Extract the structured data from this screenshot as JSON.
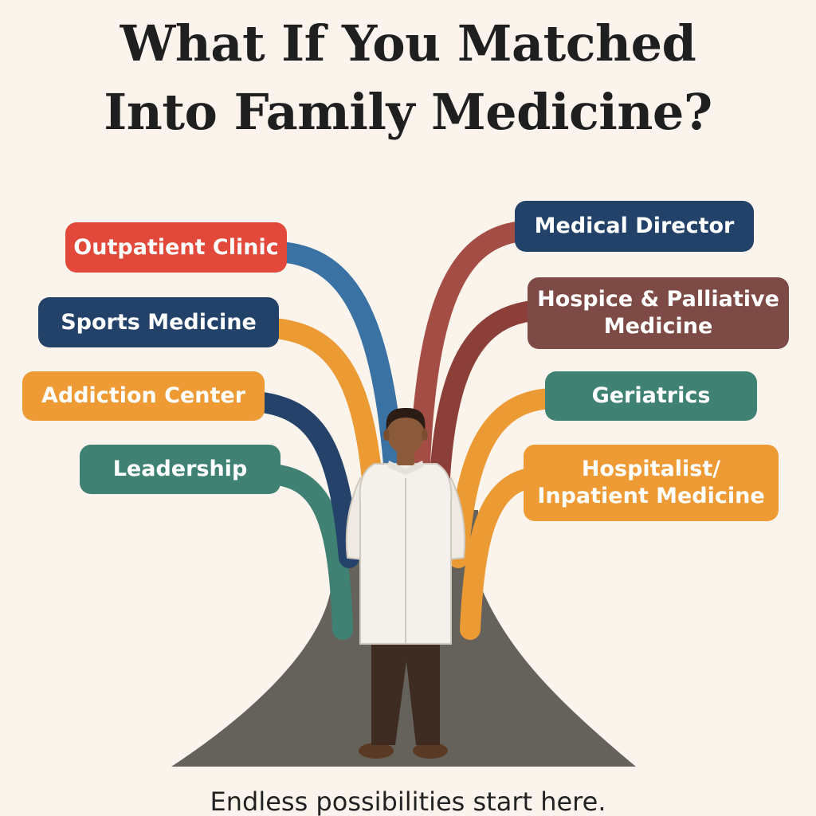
{
  "title": {
    "line1": "What If You Matched",
    "line2": "Into Family Medicine?"
  },
  "tagline": "Endless possibilities start here.",
  "careers": {
    "outpatient_clinic": {
      "label": "Outpatient Clinic",
      "color": "#e2493a",
      "path_color": "#3a72a3"
    },
    "sports_medicine": {
      "label": "Sports Medicine",
      "color": "#23426a",
      "path_color": "#ec9a34"
    },
    "addiction_center": {
      "label": "Addiction Center",
      "color": "#ee9a35",
      "path_color": "#24426a"
    },
    "leadership": {
      "label": "Leadership",
      "color": "#3f8273",
      "path_color": "#3f8273"
    },
    "medical_director": {
      "label": "Medical Director",
      "color": "#23426a",
      "path_color": "#a44d44"
    },
    "hospice": {
      "label_line1": "Hospice & Palliative",
      "label_line2": "Medicine",
      "color": "#7e4a45",
      "path_color": "#8c3f38"
    },
    "geriatrics": {
      "label": "Geriatrics",
      "color": "#3f8273",
      "path_color": "#ec9a34"
    },
    "hospitalist": {
      "label_line1": "Hospitalist/",
      "label_line2": "Inpatient Medicine",
      "color": "#ee9a35",
      "path_color": "#ec9a34"
    }
  },
  "colors": {
    "background": "#fbf4ec",
    "road": "#65625c",
    "coat": "#f4f1ec",
    "trousers": "#3e2c22",
    "skin": "#8a5a3b",
    "hair": "#2b1d16"
  }
}
